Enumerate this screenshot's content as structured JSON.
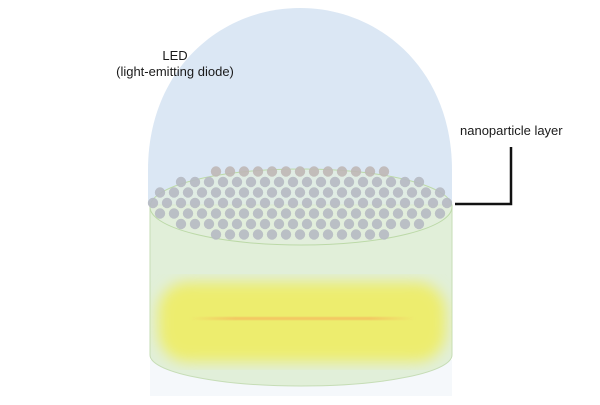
{
  "diagram": {
    "labels": {
      "led_title": "LED",
      "led_subtitle": "(light-emitting diode)",
      "nanoparticle_layer": "nanoparticle layer"
    },
    "colors": {
      "dome": "#dbe7f4",
      "cylinder": "#e1efd9",
      "cylinder_edge": "#bcd9a8",
      "glow": "#eded6e",
      "glow_core": "#f6b25c",
      "particle": "#b6bac3",
      "callout_line": "#111111"
    },
    "components": [
      {
        "name": "LED dome",
        "shape": "half-ellipse"
      },
      {
        "name": "nanoparticle layer",
        "shape": "grid of spheres on cylinder top"
      },
      {
        "name": "emitter body",
        "shape": "cylinder"
      },
      {
        "name": "emission glow",
        "shape": "yellow band with orange core line"
      }
    ]
  }
}
